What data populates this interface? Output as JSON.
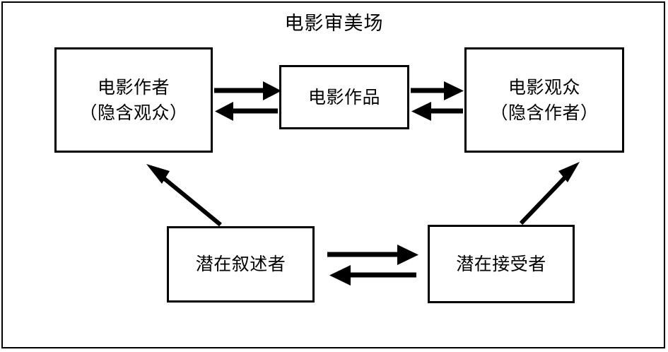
{
  "diagram": {
    "title": "电影审美场",
    "type": "flow-diagram",
    "background_color": "#ffffff",
    "line_color": "#000000",
    "border_color": "#000000",
    "nodes": [
      {
        "id": "film-author",
        "lines": [
          "电影作者",
          "（隐含观众）"
        ],
        "line1": "电影作者",
        "line2": "（隐含观众）"
      },
      {
        "id": "film-work",
        "lines": [
          "电影作品"
        ],
        "line1": "电影作品",
        "line2": ""
      },
      {
        "id": "film-audience",
        "lines": [
          "电影观众",
          "（隐含作者）"
        ],
        "line1": "电影观众",
        "line2": "（隐含作者）"
      },
      {
        "id": "potential-narrator",
        "lines": [
          "潜在叙述者"
        ],
        "line1": "潜在叙述者",
        "line2": ""
      },
      {
        "id": "potential-receiver",
        "lines": [
          "潜在接受者"
        ],
        "line1": "潜在接受者",
        "line2": ""
      }
    ],
    "edges": [
      {
        "id": "author-to-work",
        "from": "film-author",
        "to": "film-work",
        "style": "straight-horizontal",
        "direction": "right"
      },
      {
        "id": "work-to-author",
        "from": "film-work",
        "to": "film-author",
        "style": "straight-horizontal",
        "direction": "left"
      },
      {
        "id": "work-to-audience",
        "from": "film-work",
        "to": "film-audience",
        "style": "straight-horizontal",
        "direction": "right"
      },
      {
        "id": "audience-to-work",
        "from": "film-audience",
        "to": "film-work",
        "style": "straight-horizontal",
        "direction": "left"
      },
      {
        "id": "narrator-to-receiver",
        "from": "potential-narrator",
        "to": "potential-receiver",
        "style": "straight-horizontal",
        "direction": "right"
      },
      {
        "id": "receiver-to-narrator",
        "from": "potential-receiver",
        "to": "potential-narrator",
        "style": "straight-horizontal",
        "direction": "left"
      },
      {
        "id": "narrator-to-author",
        "from": "potential-narrator",
        "to": "film-author",
        "style": "diagonal",
        "direction": "up-left"
      },
      {
        "id": "receiver-to-audience",
        "from": "potential-receiver",
        "to": "film-audience",
        "style": "diagonal",
        "direction": "up-right"
      }
    ]
  }
}
